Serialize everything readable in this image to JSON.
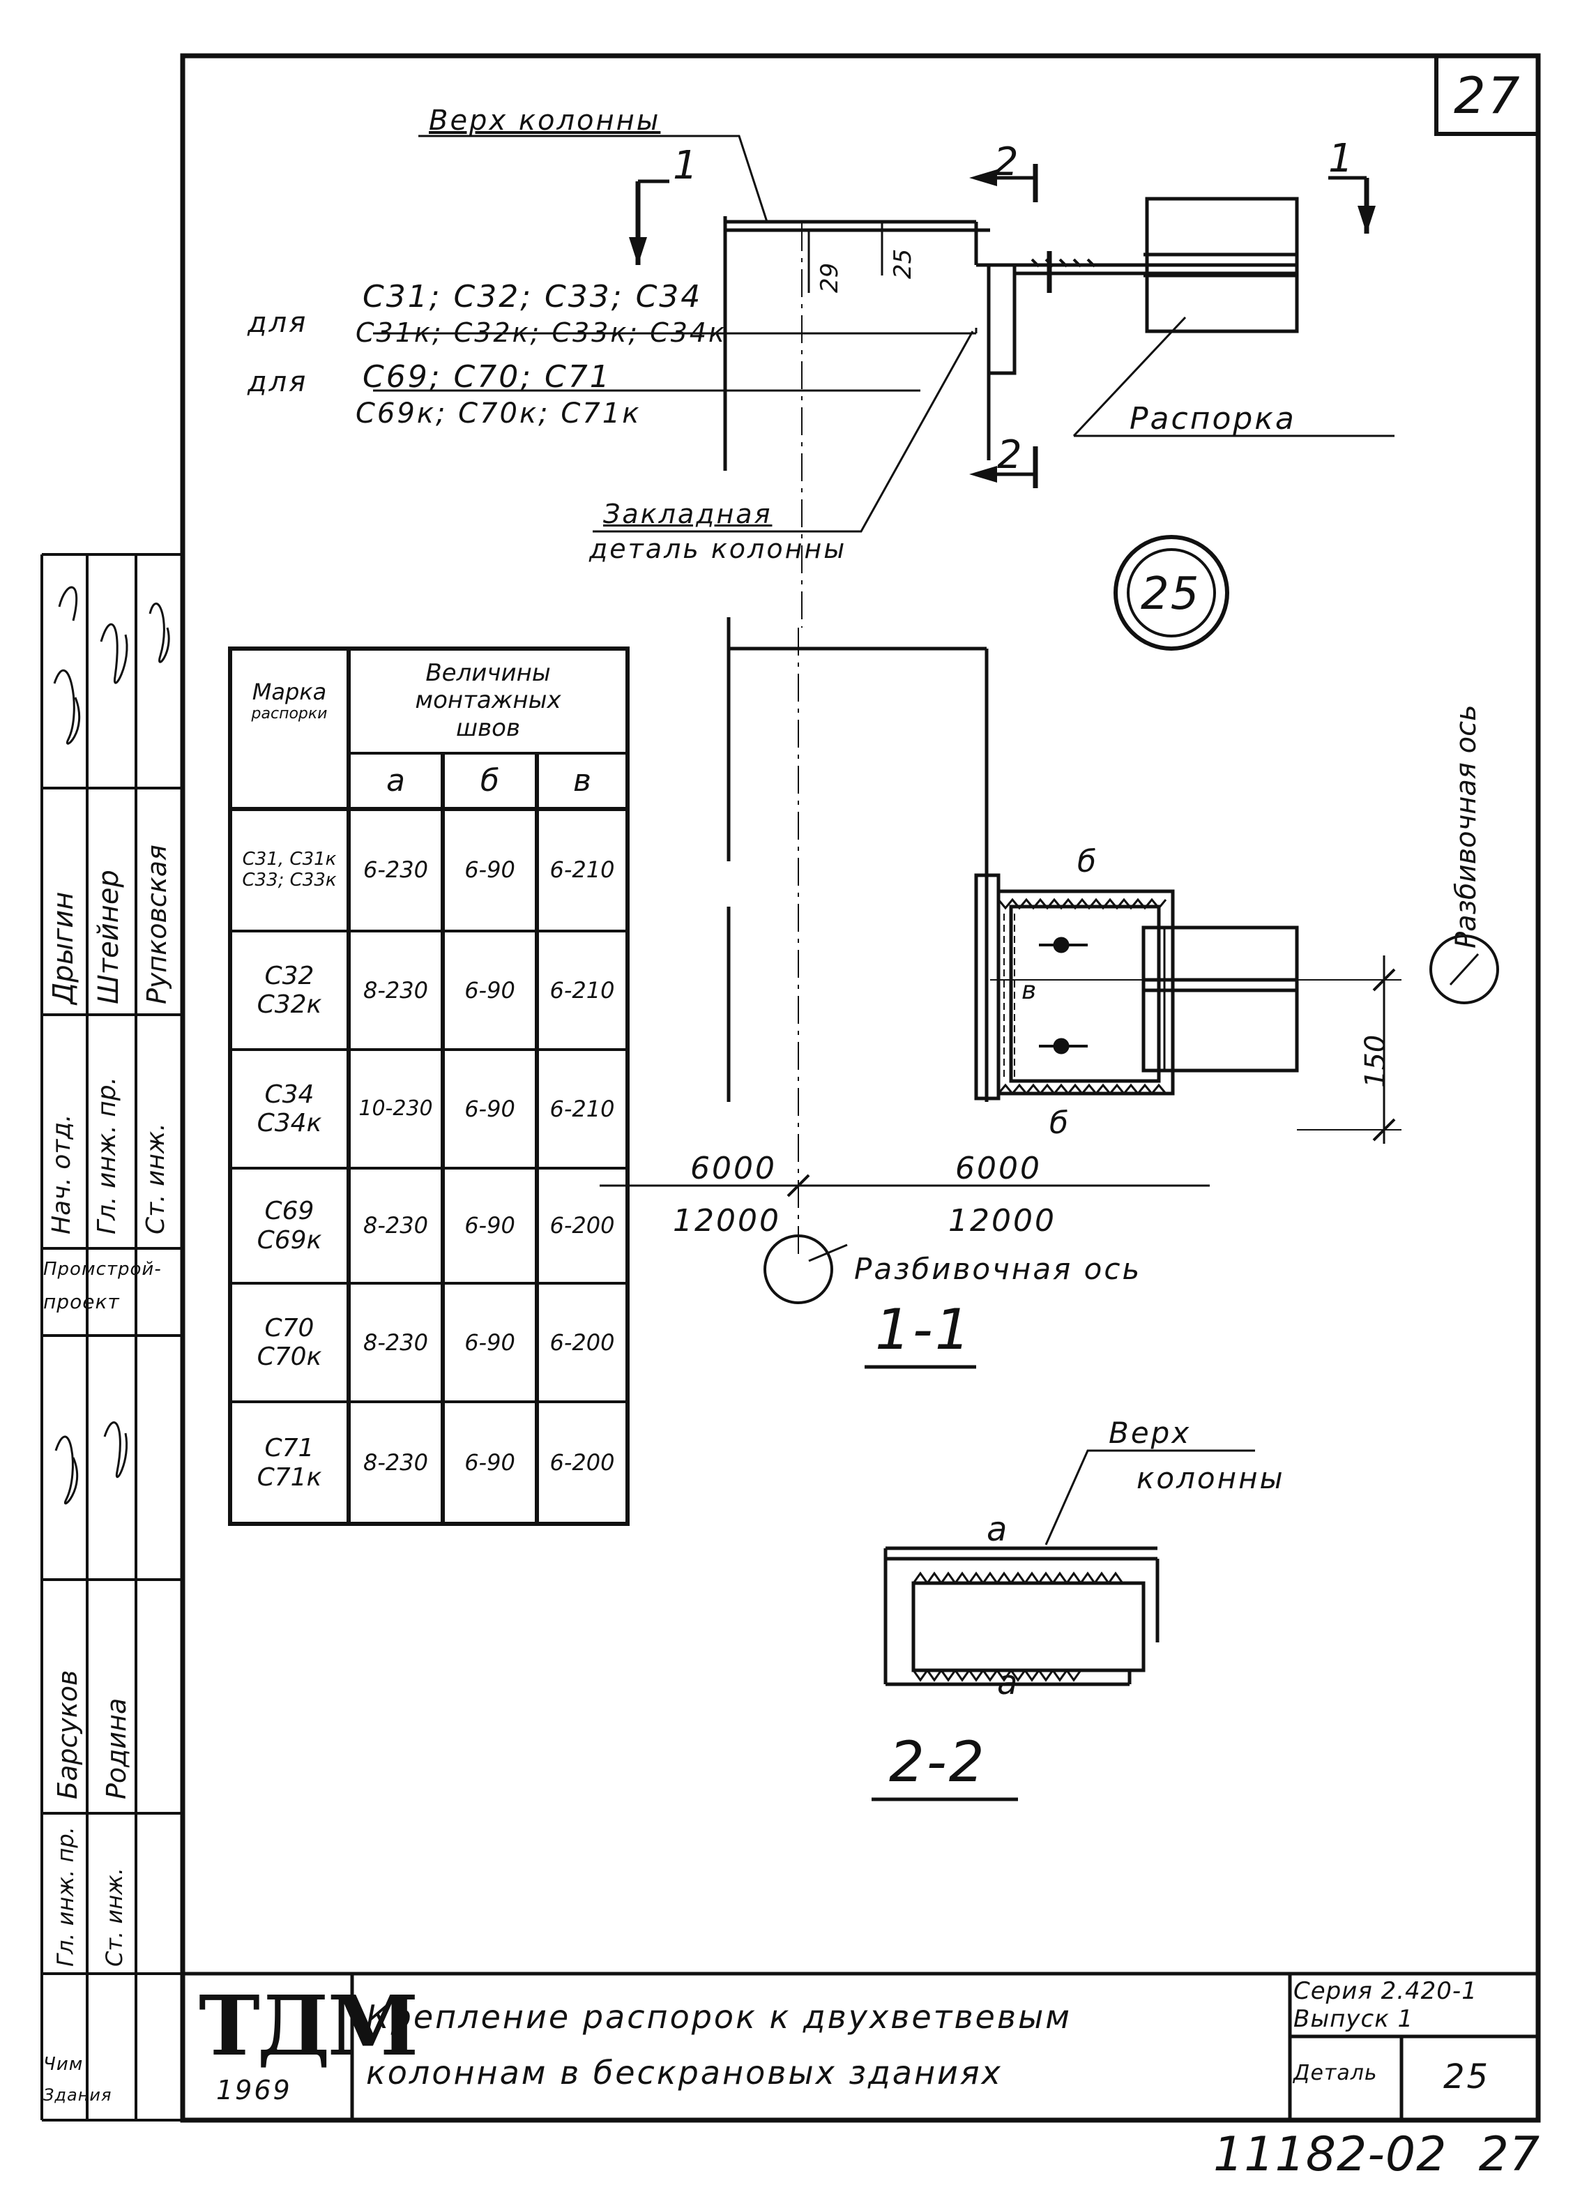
{
  "sheet": {
    "page_number": "27",
    "bottom_number": "11182-02  27"
  },
  "labels": {
    "column_top": "Верх колонны",
    "for1": "для",
    "for1_line1": "С31; С32; С33; С34",
    "for1_line2": "С31к; С32к; С33к; С34к",
    "for2": "для",
    "for2_line1": "С69; С70; С71",
    "for2_line2": "С69к; С70к; С71к",
    "strut": "Распорка",
    "embedded_1": "Закладная",
    "embedded_2": "деталь колонны",
    "dim_29": "29",
    "dim_25": "25",
    "section_mark_1_left": "1",
    "section_mark_1_right": "1",
    "section_mark_2_top": "2",
    "section_mark_2_bottom": "2",
    "detail_number": "25",
    "layout_axis_vertical": "Разбивочная ось",
    "layout_axis": "Разбивочная ось",
    "weld_b_top": "б",
    "weld_b_bottom": "б",
    "weld_v": "в",
    "dim_150": "150",
    "dim_6000_left": "6000",
    "dim_6000_right": "6000",
    "dim_12000_left": "12000",
    "dim_12000_right": "12000",
    "section_1_1": "1-1",
    "section_2_2": "2-2",
    "column_top_2_line1": "Верх",
    "column_top_2_line2": "колонны",
    "weld_a_top": "а",
    "weld_a_bottom": "а"
  },
  "table": {
    "header_mark": [
      "Марка",
      "распорки"
    ],
    "header_values": [
      "Величины",
      "монтажных",
      "швов"
    ],
    "subheaders": [
      "а",
      "б",
      "в"
    ],
    "rows": [
      {
        "mark": [
          "С31, С31к",
          "С33; С33к"
        ],
        "a": "6-230",
        "b": "6-90",
        "v": "6-210"
      },
      {
        "mark": [
          "С32",
          "С32к"
        ],
        "a": "8-230",
        "b": "6-90",
        "v": "6-210"
      },
      {
        "mark": [
          "С34",
          "С34к"
        ],
        "a": "10-230",
        "b": "6-90",
        "v": "6-210"
      },
      {
        "mark": [
          "С69",
          "С69к"
        ],
        "a": "8-230",
        "b": "6-90",
        "v": "6-200"
      },
      {
        "mark": [
          "С70",
          "С70к"
        ],
        "a": "8-230",
        "b": "6-90",
        "v": "6-200"
      },
      {
        "mark": [
          "С71",
          "С71к"
        ],
        "a": "8-230",
        "b": "6-90",
        "v": "6-200"
      }
    ]
  },
  "left_strip": {
    "names_1": [
      "Дрыгин",
      "Штейнер",
      "Рупковская"
    ],
    "roles_1": [
      "Нач. отд.",
      "Гл. инж. пр.",
      "Ст. инж."
    ],
    "org": [
      "Промстрой-",
      "проект"
    ],
    "names_2": [
      "Барсуков",
      "Родина"
    ],
    "roles_2": [
      "Гл. инж. пр.",
      "Ст. инж."
    ],
    "bottom_roles": [
      "Чим",
      "Здания"
    ]
  },
  "title_block": {
    "logo": "ТДМ",
    "year": "1969",
    "title_line1": "Крепление распорок к двухветвевым",
    "title_line2": "колоннам в бескрановых зданиях",
    "series_line1": "Серия 2.420-1",
    "series_line2": "Выпуск 1",
    "detail_label": "Деталь",
    "detail_number": "25"
  }
}
